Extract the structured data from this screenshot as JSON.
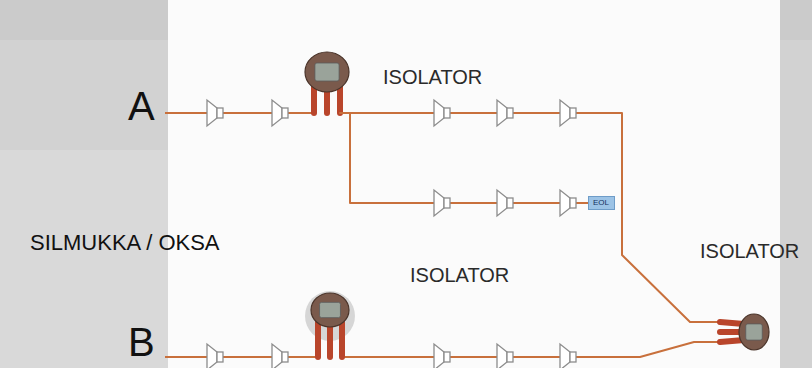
{
  "diagram": {
    "nodes": [
      {
        "text": [
          "ISOLATOR"
        ]
      },
      {
        "text": [
          "EOL"
        ]
      },
      {
        "text": [
          "ISOLATOR"
        ]
      },
      {
        "text": [
          "ISOLATOR"
        ]
      }
    ],
    "edges": [
      {
        "from": 0,
        "to": 2,
        "arrow": "none"
      },
      {
        "from": 2,
        "to": 3,
        "arrow": "none"
      },
      {
        "from": 0,
        "to": 1,
        "arrow": "none"
      }
    ],
    "labels": [
      "A",
      "SILMUKKA / OKSA",
      "B"
    ]
  }
}
